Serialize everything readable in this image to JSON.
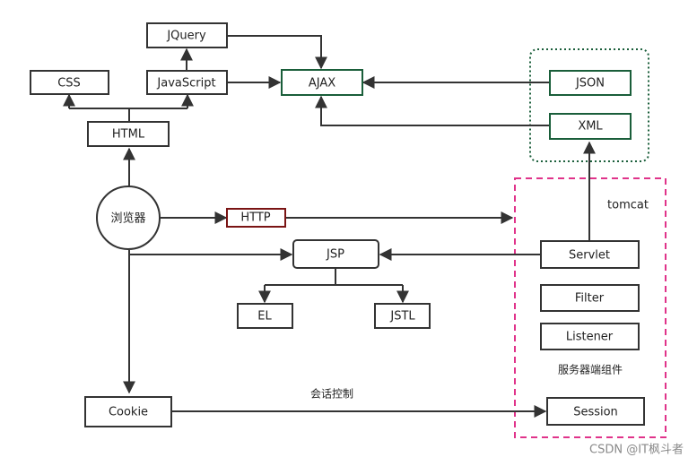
{
  "nodes": {
    "jquery": "JQuery",
    "css": "CSS",
    "javascript": "JavaScript",
    "ajax": "AJAX",
    "json": "JSON",
    "xml": "XML",
    "html": "HTML",
    "browser": "浏览器",
    "http": "HTTP",
    "tomcat": "tomcat",
    "jsp": "JSP",
    "servlet": "Servlet",
    "el": "EL",
    "jstl": "JSTL",
    "filter": "Filter",
    "listener": "Listener",
    "server_components": "服务器端组件",
    "cookie": "Cookie",
    "session": "Session",
    "session_control": "会话控制"
  },
  "watermark": "CSDN @IT枫斗者",
  "colors": {
    "line": "#333333",
    "green": "#1a5e3a",
    "dark_red": "#7a1414",
    "pink_dashed": "#e0338a"
  }
}
